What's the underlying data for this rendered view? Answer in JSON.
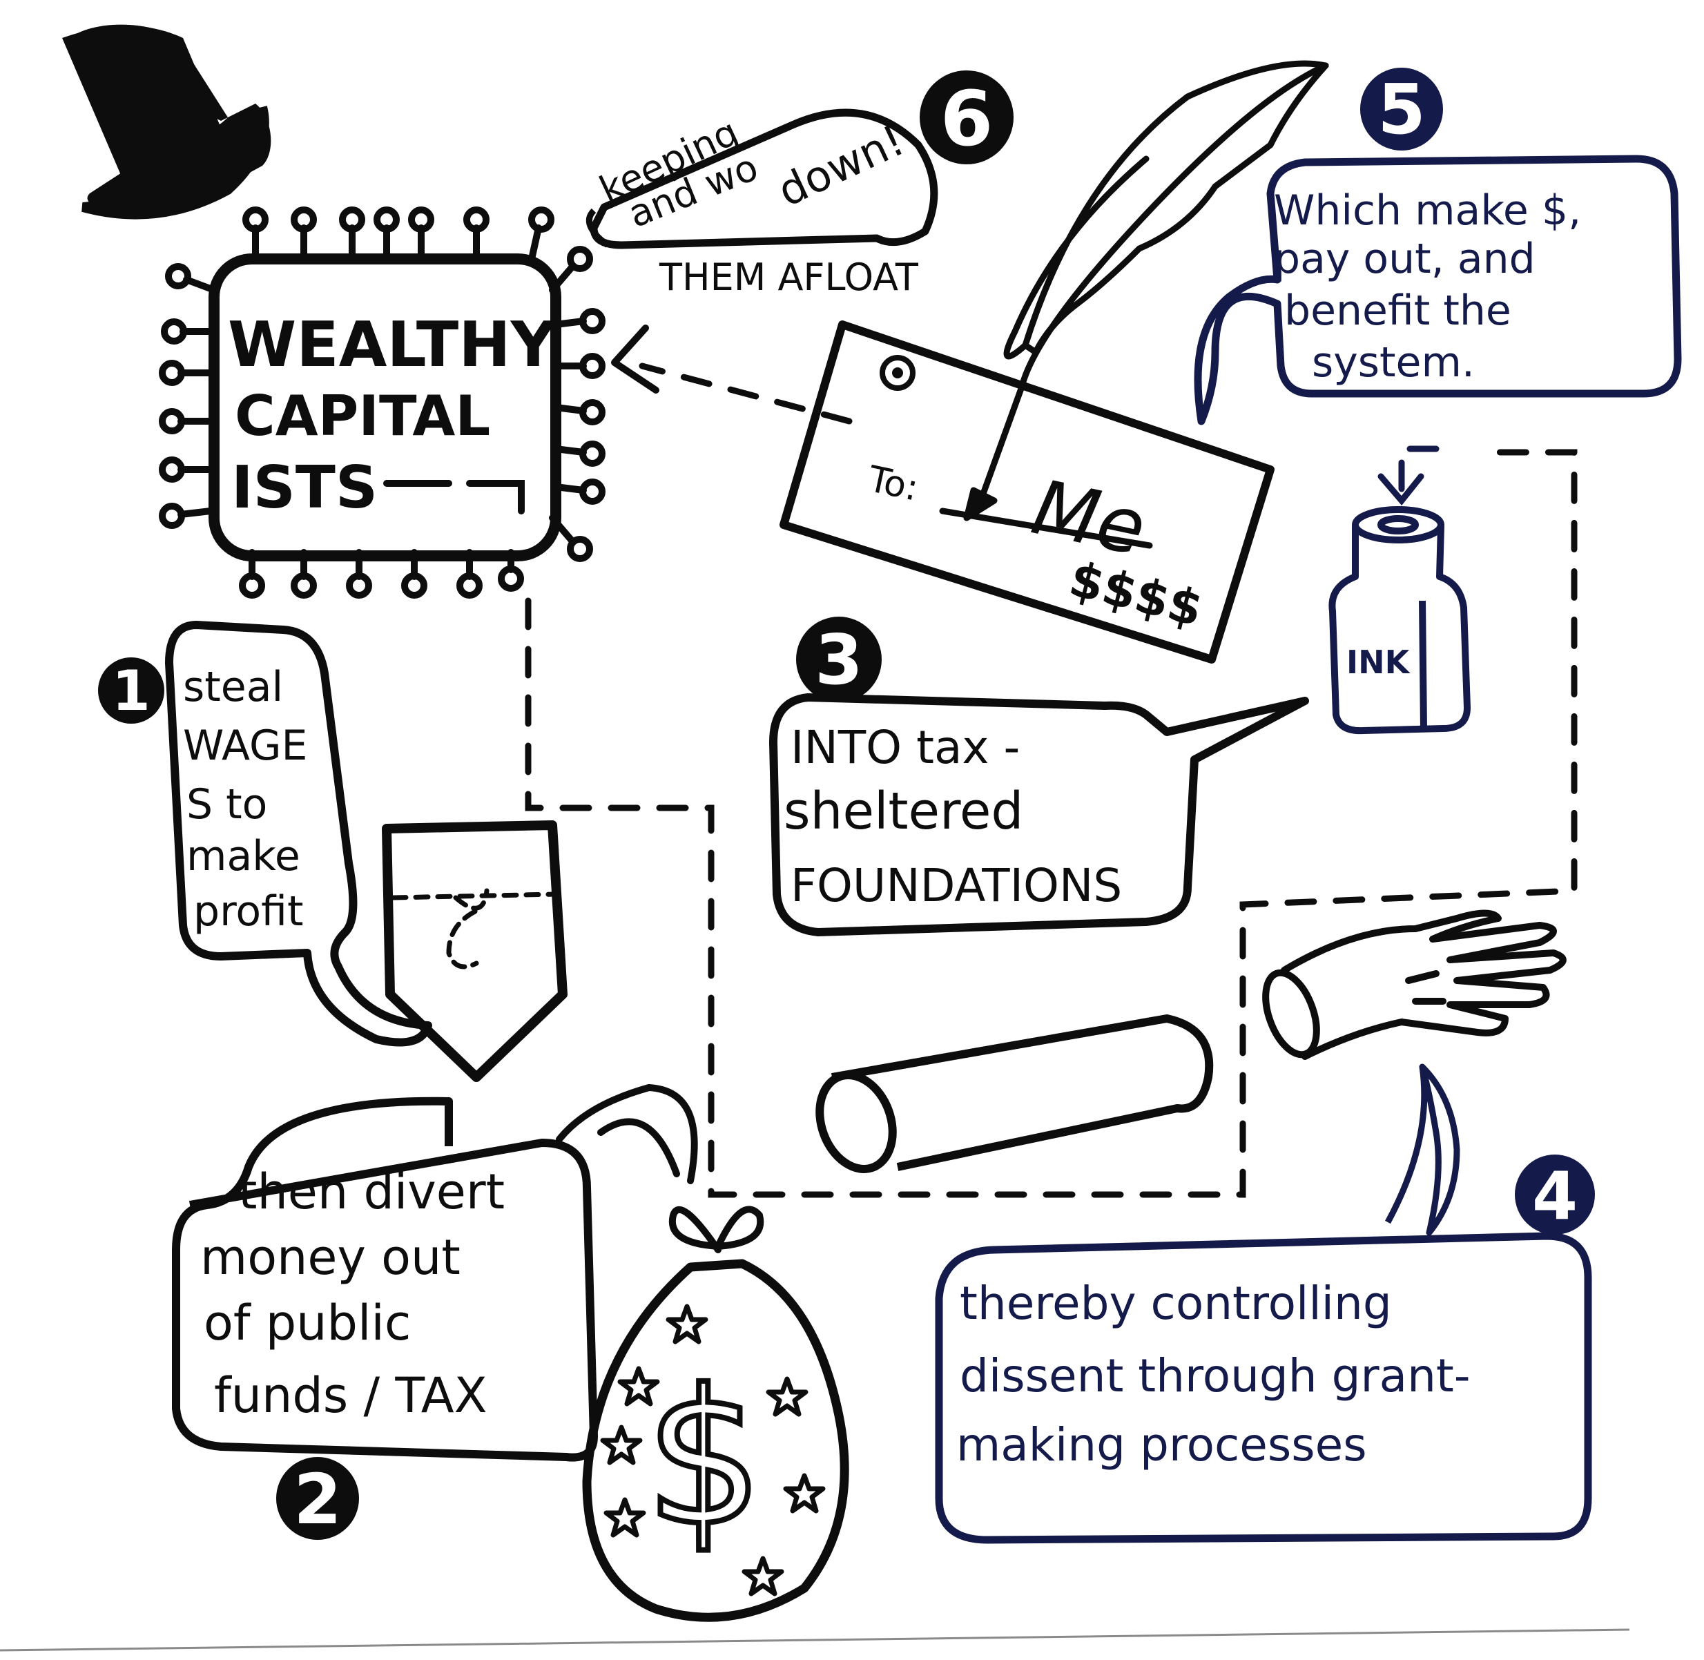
{
  "colors": {
    "paper": "#ffffff",
    "ink_black": "#0d0d0d",
    "ink_navy": "#141a4a"
  },
  "title": {
    "line1": "WEALTHY",
    "line2": "CAPITAL",
    "line3": "ISTS"
  },
  "steps": [
    {
      "number": "1",
      "lines": [
        "steal",
        "WAGE",
        "S to",
        "make",
        "profit"
      ]
    },
    {
      "number": "2",
      "lines": [
        "then divert",
        "money out",
        "of public",
        "funds / TAX"
      ]
    },
    {
      "number": "3",
      "lines": [
        "INTO tax -",
        "sheltered",
        "FOUNDATIONS"
      ]
    },
    {
      "number": "4",
      "lines": [
        "thereby controlling",
        "dissent through grant-",
        "making processes"
      ]
    },
    {
      "number": "5",
      "lines": [
        "Which make $,",
        "pay out, and",
        "benefit the",
        "system."
      ]
    },
    {
      "number": "6",
      "lines": [
        "keeping",
        "and wo",
        "down!"
      ],
      "caption": "THEM AFLOAT"
    }
  ],
  "check": {
    "to_label": "To:",
    "payee": "Me",
    "amount": "$$$$"
  },
  "ink_bottle": {
    "label": "INK"
  },
  "money_bag": {
    "symbol": "$"
  },
  "icons": [
    "top-hat-icon",
    "virus-frame-icon",
    "pocket-icon",
    "money-bag-icon",
    "feather-quill-icon",
    "check-icon",
    "ink-bottle-icon",
    "pipe-icon",
    "hand-icon",
    "megaphone-icon",
    "star-icon"
  ]
}
